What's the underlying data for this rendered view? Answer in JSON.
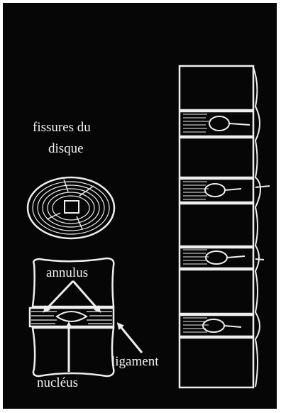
{
  "labels": {
    "fissures_line1": "fissures du",
    "fissures_line2": "disque",
    "annulus": "annulus",
    "ligament": "ligament",
    "nucleus": "nucléus"
  },
  "colors": {
    "background": "#060606",
    "drawing": "#eeeeee",
    "page_border": "#ffffff"
  }
}
